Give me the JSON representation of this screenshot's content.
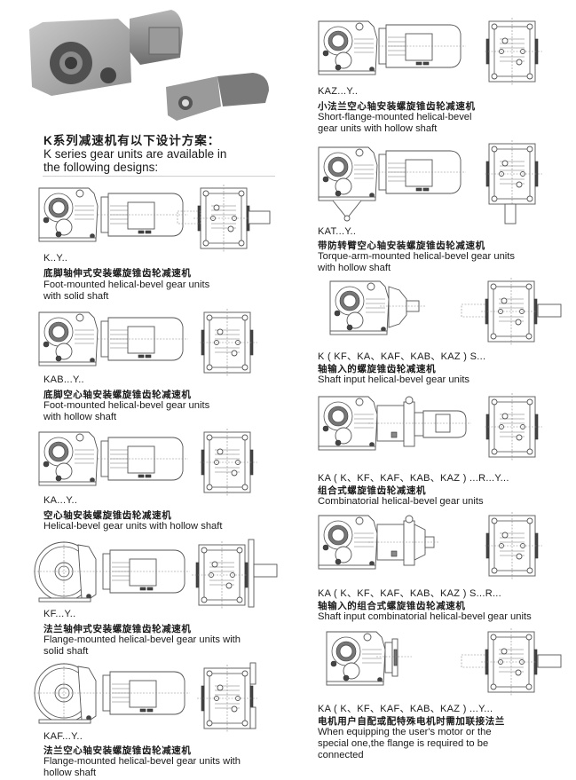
{
  "intro": {
    "title_cn": "K系列减速机有以下设计方案：",
    "title_en_line1": "K series gear units are available in",
    "title_en_line2": "the following designs:"
  },
  "photos": [
    {
      "name": "large-k-gear-motor-photo"
    },
    {
      "name": "small-k-gear-motor-photo"
    }
  ],
  "designs": [
    {
      "code": "K..Y..",
      "cn": "底脚轴伸式安装螺旋锥齿轮减速机",
      "en_line1": "Foot-mounted helical-bevel gear units",
      "en_line2": "with solid shaft"
    },
    {
      "code": "KAB...Y..",
      "cn": "底脚空心轴安装螺旋锥齿轮减速机",
      "en_line1": "Foot-mounted helical-bevel gear units",
      "en_line2": "with hollow shaft"
    },
    {
      "code": "KA...Y..",
      "cn": "空心轴安装螺旋锥齿轮减速机",
      "en_line1": "Helical-bevel gear units with hollow shaft",
      "en_line2": ""
    },
    {
      "code": "KF...Y..",
      "cn": "法兰轴伸式安装螺旋锥齿轮减速机",
      "en_line1": "Flange-mounted helical-bevel gear units with",
      "en_line2": "solid shaft"
    },
    {
      "code": "KAF...Y..",
      "cn": "法兰空心轴安装螺旋锥齿轮减速机",
      "en_line1": "Flange-mounted helical-bevel gear units with",
      "en_line2": "hollow shaft"
    },
    {
      "code": "KAZ...Y..",
      "cn": "小法兰空心轴安装螺旋锥齿轮减速机",
      "en_line1": "Short-flange-mounted helical-bevel",
      "en_line2": "gear units with hollow shaft"
    },
    {
      "code": "KAT...Y..",
      "cn": "带防转臂空心轴安装螺旋锥齿轮减速机",
      "en_line1": "Torque-arm-mounted helical-bevel gear units",
      "en_line2": "with hollow shaft"
    },
    {
      "code": "K ( KF、KA、KAF、KAB、KAZ ) S...",
      "cn": "轴输入的螺旋锥齿轮减速机",
      "en_line1": "Shaft input helical-bevel gear units",
      "en_line2": ""
    },
    {
      "code": "KA ( K、KF、KAF、KAB、KAZ ) ...R...Y...",
      "cn": "组合式螺旋锥齿轮减速机",
      "en_line1": "Combinatorial helical-bevel gear units",
      "en_line2": ""
    },
    {
      "code": "KA ( K、KF、KAF、KAB、KAZ ) S...R...",
      "cn": "轴输入的组合式螺旋锥齿轮减速机",
      "en_line1": "Shaft input combinatorial helical-bevel gear units",
      "en_line2": ""
    },
    {
      "code": "KA ( K、KF、KAF、KAB、KAZ ) ...Y...",
      "cn": "电机用户自配或配特殊电机时需加联接法兰",
      "en_line1": "When equipping the user's motor or the",
      "en_line2": "special one,the flange is required to be",
      "en_line3": "connected"
    }
  ]
}
